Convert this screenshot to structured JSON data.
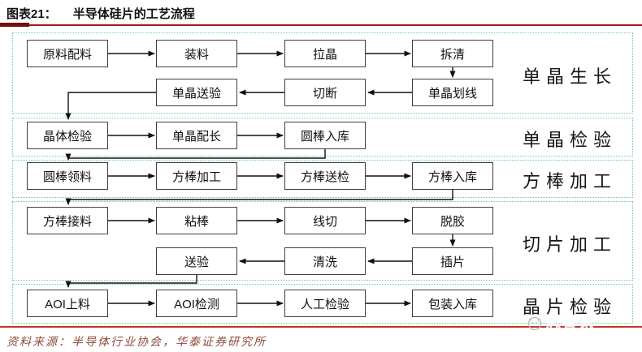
{
  "title": {
    "figure_label": "图表21：",
    "figure_title": "半导体硅片的工艺流程"
  },
  "sections": [
    {
      "label": "单晶生长",
      "nodes": [
        "原料配料",
        "装料",
        "拉晶",
        "拆清",
        "单晶送验",
        "切断",
        "单晶划线"
      ]
    },
    {
      "label": "单晶检验",
      "nodes": [
        "晶体检验",
        "单晶配长",
        "圆棒入库"
      ]
    },
    {
      "label": "方棒加工",
      "nodes": [
        "圆棒领料",
        "方棒加工",
        "方棒送检",
        "方棒入库"
      ]
    },
    {
      "label": "切片加工",
      "nodes": [
        "方棒接料",
        "粘棒",
        "线切",
        "脱胶",
        "送验",
        "清洗",
        "插片"
      ]
    },
    {
      "label": "晶片检验",
      "nodes": [
        "AOI上料",
        "AOI检测",
        "人工检验",
        "包装入库"
      ]
    }
  ],
  "source": {
    "text": "资料来源：半导体行业协会，华泰证券研究所"
  },
  "watermark": {
    "text": "芯智讯"
  },
  "colors": {
    "title_rule": "#9e1b10",
    "title_rule_accent": "#70100a",
    "bottom_rule": "#c0392b",
    "section_border": "#6fca9a",
    "node_border": "#3f3f3f",
    "arrow": "#111111",
    "source_text": "#8b4a3b",
    "watermark": "#b9b9b9"
  }
}
